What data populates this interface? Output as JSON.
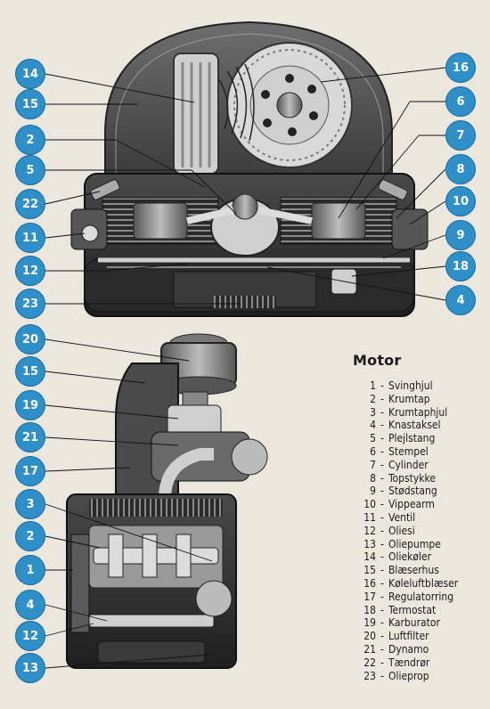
{
  "legend": {
    "title": "Motor",
    "items": [
      {
        "num": "1",
        "label": "Svinghjul"
      },
      {
        "num": "2",
        "label": "Krumtap"
      },
      {
        "num": "3",
        "label": "Krumtaphjul"
      },
      {
        "num": "4",
        "label": "Knastaksel"
      },
      {
        "num": "5",
        "label": "Plejlstang"
      },
      {
        "num": "6",
        "label": "Stempel"
      },
      {
        "num": "7",
        "label": "Cylinder"
      },
      {
        "num": "8",
        "label": "Topstykke"
      },
      {
        "num": "9",
        "label": "Stødstang"
      },
      {
        "num": "10",
        "label": "Vippearm"
      },
      {
        "num": "11",
        "label": "Ventil"
      },
      {
        "num": "12",
        "label": "Oliesi"
      },
      {
        "num": "13",
        "label": "Oliepumpe"
      },
      {
        "num": "14",
        "label": "Oliekøler"
      },
      {
        "num": "15",
        "label": "Blæserhus"
      },
      {
        "num": "16",
        "label": "Køleluftblæser"
      },
      {
        "num": "17",
        "label": "Regulatorring"
      },
      {
        "num": "18",
        "label": "Termostat"
      },
      {
        "num": "19",
        "label": "Karburator"
      },
      {
        "num": "20",
        "label": "Luftfilter"
      },
      {
        "num": "21",
        "label": "Dynamo"
      },
      {
        "num": "22",
        "label": "Tændrør"
      },
      {
        "num": "23",
        "label": "Olieprop"
      }
    ]
  },
  "callouts_top": [
    "14",
    "15",
    "2",
    "5",
    "22",
    "11",
    "12",
    "23",
    "16",
    "6",
    "7",
    "8",
    "10",
    "9",
    "18",
    "4"
  ],
  "callouts_bottom": [
    "20",
    "15",
    "19",
    "21",
    "17",
    "3",
    "2",
    "1",
    "4",
    "12",
    "13"
  ],
  "colors": {
    "callout": "#2f8fc9",
    "paper": "#ece7dc",
    "ink": "#1b1b1b"
  }
}
